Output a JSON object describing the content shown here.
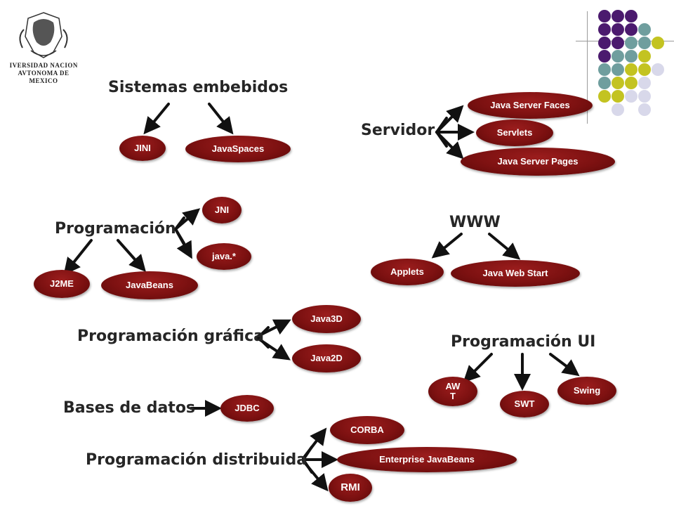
{
  "colors": {
    "pill": "#7d1111",
    "heading": "#262626",
    "arrow": "#111111",
    "purple": "#4b1a6e",
    "teal": "#6f9e9e",
    "olive": "#c3c321",
    "lavender": "#d8d8ea"
  },
  "logo": {
    "line1": "UNIVERSIDAD NACIONAL",
    "line2": "AVTONOMA DE",
    "line3": "MEXICO"
  },
  "sections": {
    "embebidos": {
      "title": "Sistemas embebidos",
      "items": [
        "JINI",
        "JavaSpaces"
      ]
    },
    "servidor": {
      "title": "Servidor",
      "items": [
        "Java Server Faces",
        "Servlets",
        "Java Server Pages"
      ]
    },
    "programacion": {
      "title": "Programación",
      "items": [
        "JNI",
        "java.*",
        "J2ME",
        "JavaBeans"
      ]
    },
    "www": {
      "title": "WWW",
      "items": [
        "Applets",
        "Java Web Start"
      ]
    },
    "grafica": {
      "title": "Programación gráfica",
      "items": [
        "Java3D",
        "Java2D"
      ]
    },
    "ui": {
      "title": "Programación UI",
      "items": [
        "AW\nT",
        "SWT",
        "Swing"
      ]
    },
    "datos": {
      "title": "Bases de datos",
      "items": [
        "JDBC"
      ]
    },
    "distribuida": {
      "title": "Programación distribuida",
      "items": [
        "CORBA",
        "Enterprise JavaBeans",
        "RMI"
      ]
    }
  }
}
